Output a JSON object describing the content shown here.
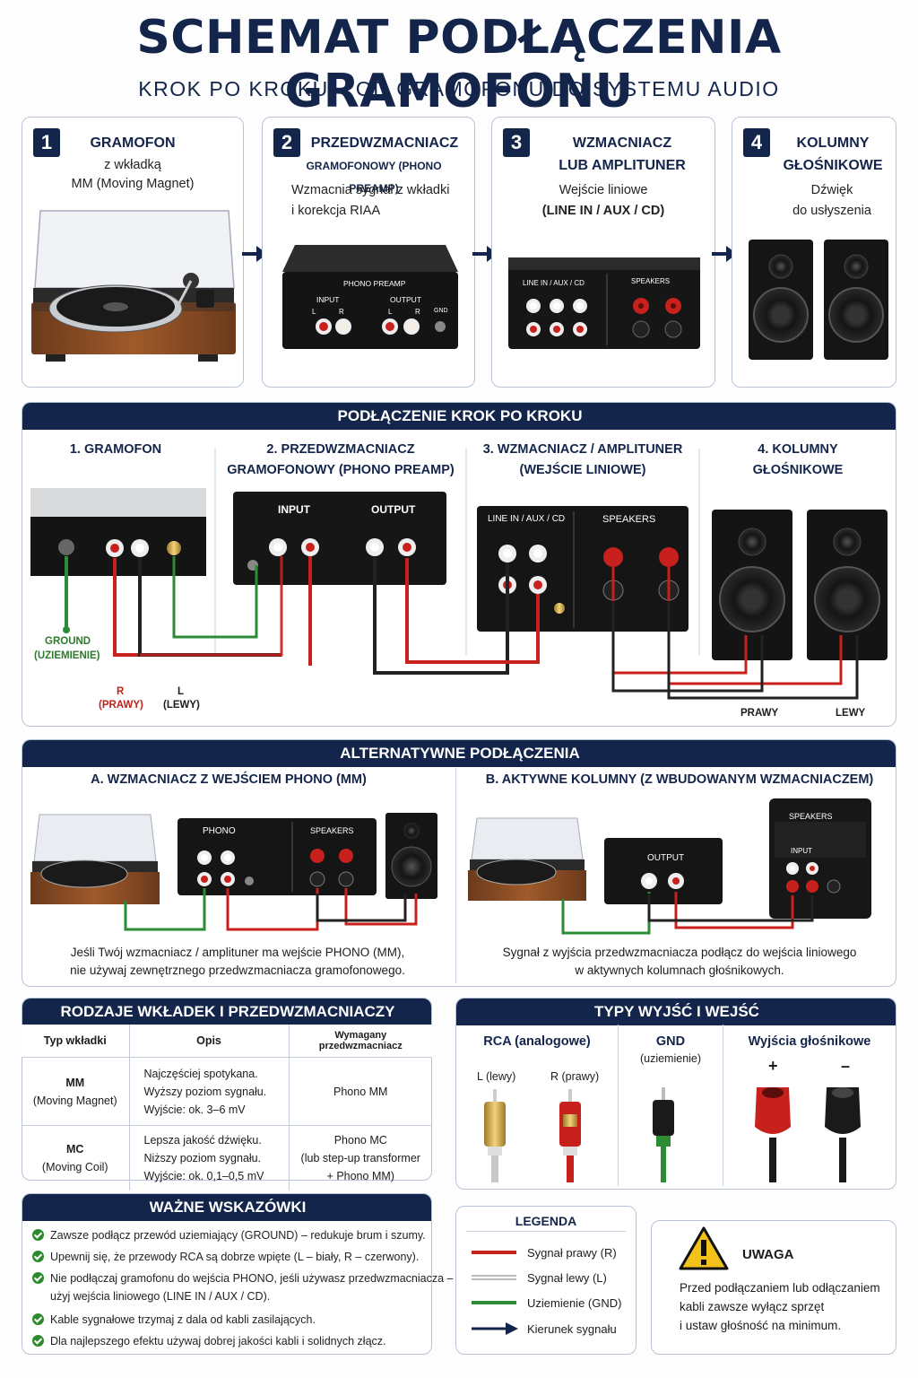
{
  "title": "SCHEMAT PODŁĄCZENIA GRAMOFONU",
  "subtitle": "KROK PO KROKU – OD GRAMOFONU DO SYSTEMU AUDIO",
  "steps": [
    {
      "num": "1",
      "title": "GRAMOFON",
      "desc1": "z wkładką",
      "desc2": "MM (Moving Magnet)"
    },
    {
      "num": "2",
      "title": "PRZEDWZMACNIACZ",
      "title2": "GRAMOFONOWY (PHONO PREAMP)",
      "desc1": "Wzmacnia sygnał z wkładki",
      "desc2": "i korekcja RIAA"
    },
    {
      "num": "3",
      "title": "WZMACNIACZ",
      "title2": "LUB AMPLITUNER",
      "desc1": "Wejście liniowe",
      "desc2": "(LINE IN / AUX / CD)"
    },
    {
      "num": "4",
      "title": "KOLUMNY",
      "title2": "GŁOŚNIKOWE",
      "desc1": "Dźwięk",
      "desc2": "do usłyszenia"
    }
  ],
  "device_labels": {
    "phono_preamp": "PHONO PREAMP",
    "input": "INPUT",
    "output": "OUTPUT",
    "gnd": "GND",
    "l": "L",
    "r": "R",
    "line_in": "LINE IN / AUX / CD",
    "speakers": "SPEAKERS",
    "phono": "PHONO",
    "plus": "+",
    "minus": "–"
  },
  "section_connection": {
    "header": "PODŁĄCZENIE KROK PO KROKU",
    "col1": "1. GRAMOFON",
    "col2a": "2. PRZEDWZMACNIACZ",
    "col2b": "GRAMOFONOWY (PHONO PREAMP)",
    "col3a": "3. WZMACNIACZ / AMPLITUNER",
    "col3b": "(WEJŚCIE LINIOWE)",
    "col4a": "4. KOLUMNY",
    "col4b": "GŁOŚNIKOWE",
    "ground1": "GROUND",
    "ground2": "(UZIEMIENIE)",
    "r1": "R",
    "r2": "(PRAWY)",
    "l1": "L",
    "l2": "(LEWY)",
    "right_spk": "PRAWY",
    "left_spk": "LEWY"
  },
  "section_alt": {
    "header": "ALTERNATYWNE PODŁĄCZENIA",
    "a_title": "A. WZMACNIACZ Z WEJŚCIEM PHONO (MM)",
    "b_title": "B. AKTYWNE KOLUMNY (Z WBUDOWANYM WZMACNIACZEM)",
    "a_text1": "Jeśli Twój wzmacniacz / amplituner ma wejście PHONO (MM),",
    "a_text2": "nie używaj zewnętrznego przedwzmacniacza gramofonowego.",
    "b_text1": "Sygnał z wyjścia przedwzmacniacza podłącz do wejścia liniowego",
    "b_text2": "w aktywnych kolumnach głośnikowych.",
    "input_label": "INPUT"
  },
  "kinds": {
    "header": "RODZAJE WKŁADEK I PRZEDWZMACNIACZY",
    "columns": [
      "Typ wkładki",
      "Opis",
      "Wymagany przedwzmacniacz"
    ],
    "rows": [
      {
        "type": "MM",
        "type2": "(Moving Magnet)",
        "d1": "Najczęściej spotykana.",
        "d2": "Wyższy poziom sygnału.",
        "d3": "Wyjście: ok. 3–6 mV",
        "req1": "Phono MM",
        "req2": "",
        "req3": ""
      },
      {
        "type": "MC",
        "type2": "(Moving Coil)",
        "d1": "Lepsza jakość dźwięku.",
        "d2": "Niższy poziom sygnału.",
        "d3": "Wyjście: ok. 0,1–0,5 mV",
        "req1": "Phono MC",
        "req2": "(lub step-up transformer",
        "req3": "+ Phono MM)"
      }
    ]
  },
  "io_types": {
    "header": "TYPY WYJŚĆ I WEJŚĆ",
    "rca": "RCA (analogowe)",
    "rca_l": "L (lewy)",
    "rca_r": "R (prawy)",
    "gnd": "GND",
    "gnd2": "(uziemienie)",
    "spk": "Wyjścia głośnikowe",
    "plus": "+",
    "minus": "–"
  },
  "tips": {
    "header": "WAŻNE WSKAZÓWKI",
    "items": [
      "Zawsze podłącz przewód uziemiający (GROUND) – redukuje brum i szumy.",
      "Upewnij się, że przewody RCA są dobrze wpięte (L – biały, R – czerwony).",
      "Nie podłączaj gramofonu do wejścia PHONO, jeśli używasz przedwzmacniacza –",
      "użyj wejścia liniowego (LINE IN / AUX / CD).",
      "Kable sygnałowe trzymaj z dala od kabli zasilających.",
      "Dla najlepszego efektu używaj dobrej jakości kabli i solidnych złącz."
    ]
  },
  "legend": {
    "header": "LEGENDA",
    "items": [
      "Sygnał prawy (R)",
      "Sygnał lewy (L)",
      "Uziemienie (GND)",
      "Kierunek sygnału"
    ],
    "colors": [
      "#c8201c",
      "#ffffff",
      "#2d8a35",
      "#13254a"
    ]
  },
  "warning": {
    "title": "UWAGA",
    "t1": "Przed podłączaniem lub odłączaniem",
    "t2": "kabli zawsze wyłącz sprzęt",
    "t3": "i ustaw głośność na minimum."
  }
}
